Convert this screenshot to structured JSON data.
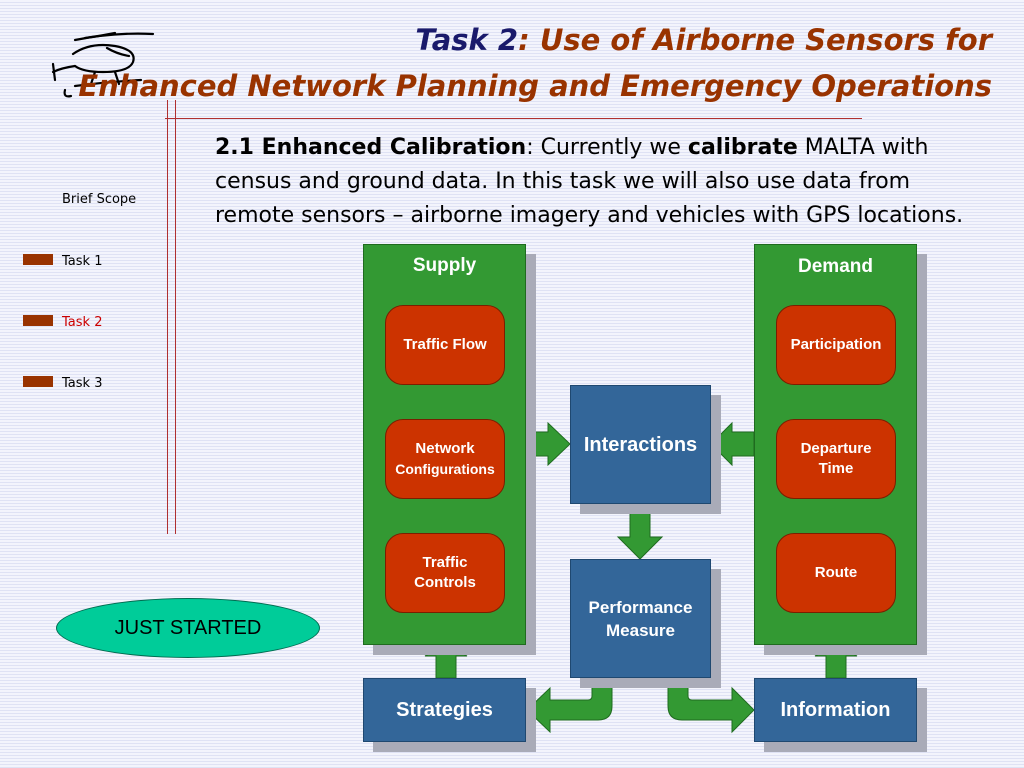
{
  "header": {
    "title_task": "Task 2",
    "title_colon": ":",
    "title_rest": " Use of Airborne Sensors for",
    "title_line2": "Enhanced Network Planning and Emergency Operations",
    "logo_icon": "helicopter-icon"
  },
  "sidebar": {
    "items": [
      {
        "label": "Brief Scope",
        "color": "#000000"
      },
      {
        "label": "Task 1",
        "color": "#000000"
      },
      {
        "label": "Task 2",
        "color": "#cc0000"
      },
      {
        "label": "Task 3",
        "color": "#000000"
      }
    ],
    "status": "JUST STARTED",
    "bullet_color": "#993300"
  },
  "body": {
    "heading": "2.1 Enhanced Calibration",
    "text1": ": Currently we ",
    "bold_word": "calibrate",
    "text2": " MALTA with census and ground data.  In this task we will also use data from remote sensors – airborne imagery and vehicles with GPS locations."
  },
  "diagram": {
    "supply": {
      "label": "Supply",
      "items": [
        "Traffic Flow",
        "Network",
        "Configurations",
        "Traffic",
        "Controls"
      ]
    },
    "demand": {
      "label": "Demand",
      "items": [
        "Participation",
        "Departure",
        "Time",
        "Route"
      ]
    },
    "interactions": "Interactions",
    "performance": [
      "Performance",
      "Measure"
    ],
    "strategies": "Strategies",
    "information": "Information",
    "colors": {
      "green": "#339933",
      "red": "#cc3300",
      "blue": "#336699"
    }
  }
}
